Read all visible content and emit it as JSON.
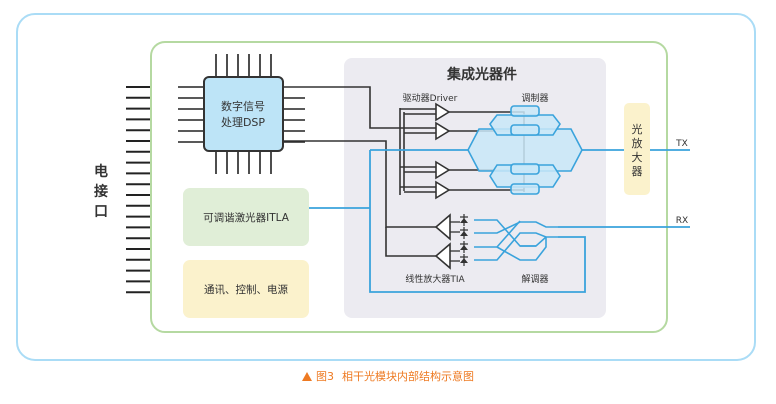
{
  "colors": {
    "outer_frame": "#aadcf6",
    "module_frame": "#b5d9a1",
    "photonics_bg": "#ecebf1",
    "dsp_fill": "#bde4f7",
    "itla_fill": "#e0eed7",
    "power_fill": "#fbf2cc",
    "amp_fill": "#fbf2cc",
    "optical_line": "#3aa3dc",
    "modulator_fill": "#c9e8f8",
    "electrical_line": "#333333",
    "caption": "#ee7a22"
  },
  "electrical_interface": {
    "label_chars": [
      "电",
      "接",
      "口"
    ]
  },
  "dsp": {
    "line1": "数字信号",
    "line2": "处理DSP"
  },
  "itla": {
    "label": "可调谐激光器ITLA"
  },
  "power": {
    "label": "通讯、控制、电源"
  },
  "photonics": {
    "title": "集成光器件",
    "driver_label": "驱动器Driver",
    "modulator_label": "调制器",
    "tia_label": "线性放大器TIA",
    "demodulator_label": "解调器"
  },
  "optical_amplifier": {
    "label_chars": [
      "光",
      "放",
      "大",
      "器"
    ]
  },
  "ports": {
    "tx": "TX",
    "rx": "RX"
  },
  "caption": {
    "figure_number": "图3",
    "text": "相干光模块内部结构示意图"
  }
}
